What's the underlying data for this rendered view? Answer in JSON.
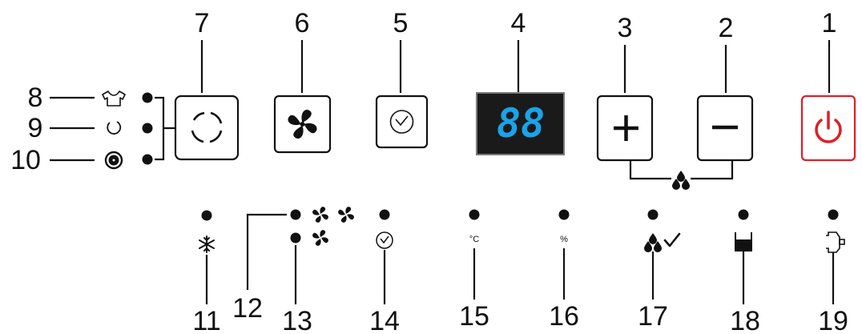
{
  "display": {
    "value": "88",
    "digit_color": "#1aa3e8",
    "background": "#1a1a1a"
  },
  "colors": {
    "power_accent": "#e21d25",
    "ink": "#111111"
  },
  "top_buttons": [
    {
      "callout": "7",
      "name": "mode-button",
      "icon": "mode-ring-icon"
    },
    {
      "callout": "6",
      "name": "fan-speed-button",
      "icon": "fan-icon"
    },
    {
      "callout": "5",
      "name": "timer-button",
      "icon": "clock-icon"
    },
    {
      "callout": "4",
      "name": "digital-display",
      "icon": "seven-segment-display"
    },
    {
      "callout": "3",
      "name": "plus-button",
      "icon": "plus-icon"
    },
    {
      "callout": "2",
      "name": "minus-button",
      "icon": "minus-icon"
    },
    {
      "callout": "1",
      "name": "power-button",
      "icon": "power-icon"
    }
  ],
  "mode_indicators": [
    {
      "callout": "8",
      "icon": "shirt-icon"
    },
    {
      "callout": "9",
      "icon": "circle-icon"
    },
    {
      "callout": "10",
      "icon": "fan-circle-icon"
    }
  ],
  "bottom_indicators": [
    {
      "callout": "11",
      "icon": "snowflake-icon",
      "text": ""
    },
    {
      "callout": "12",
      "icon": "double-fan-icon",
      "text": ""
    },
    {
      "callout": "13",
      "icon": "single-fan-icon",
      "text": ""
    },
    {
      "callout": "14",
      "icon": "clock-icon",
      "text": ""
    },
    {
      "callout": "15",
      "icon": "",
      "text": "°C"
    },
    {
      "callout": "16",
      "icon": "",
      "text": "%"
    },
    {
      "callout": "17",
      "icon": "drops-check-icon",
      "text": ""
    },
    {
      "callout": "18",
      "icon": "tank-full-icon",
      "text": ""
    },
    {
      "callout": "19",
      "icon": "drain-hose-icon",
      "text": ""
    }
  ],
  "shared_icon": "water-drops-icon"
}
